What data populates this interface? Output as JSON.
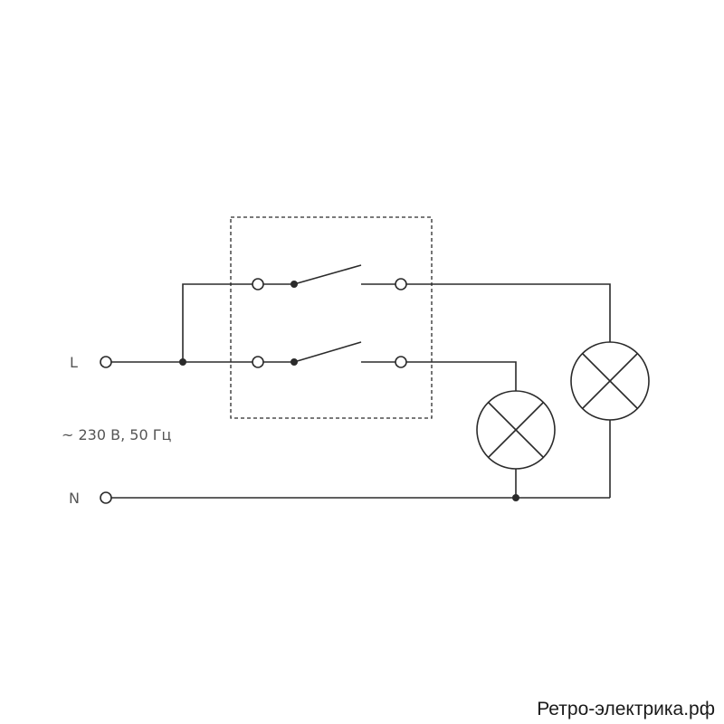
{
  "labels": {
    "phase": "L",
    "neutral": "N",
    "supply": "~ 230 В, 50 Гц"
  },
  "watermark": "Ретро-электрика.рф",
  "colors": {
    "line": "#2b2b2b",
    "label": "#555555",
    "background": "#ffffff"
  }
}
